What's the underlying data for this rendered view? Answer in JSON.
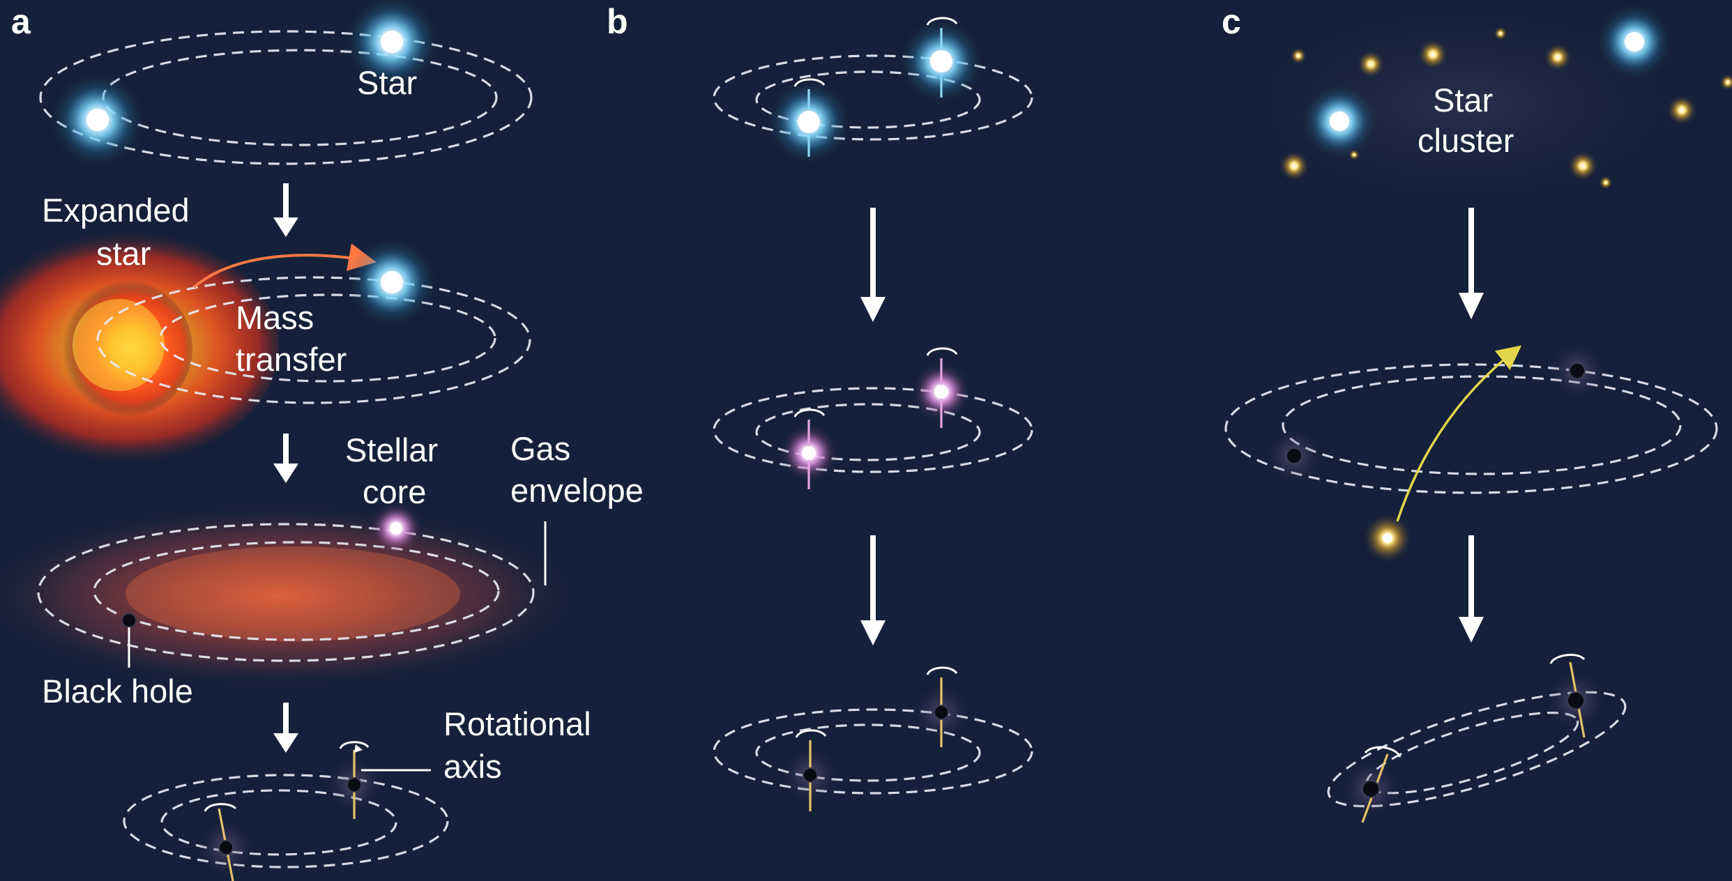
{
  "panels": {
    "a": {
      "letter": "a",
      "labels": {
        "star": "Star",
        "expanded_star_line1": "Expanded",
        "expanded_star_line2": "star",
        "mass_transfer_line1": "Mass",
        "mass_transfer_line2": "transfer",
        "stellar_core_line1": "Stellar",
        "stellar_core_line2": "core",
        "gas_envelope_line1": "Gas",
        "gas_envelope_line2": "envelope",
        "black_hole": "Black hole",
        "rotational_axis_line1": "Rotational",
        "rotational_axis_line2": "axis"
      }
    },
    "b": {
      "letter": "b"
    },
    "c": {
      "letter": "c",
      "labels": {
        "star_cluster_line1": "Star",
        "star_cluster_line2": "cluster"
      }
    }
  },
  "colors": {
    "background": "#15213a",
    "blue_star": "#7fd6ff",
    "pink_core": "#f0a8f0",
    "yellow_star": "#ffd35a",
    "expanded_star": "#ff5a2a",
    "mass_transfer_arrow": "#ff7a45",
    "capture_arrow": "#e3d64a",
    "spin_axis": "#e6c36a"
  },
  "icons": [
    "down-arrow-icon",
    "spin-arrow-icon",
    "black-hole-icon",
    "star-glow-icon"
  ]
}
